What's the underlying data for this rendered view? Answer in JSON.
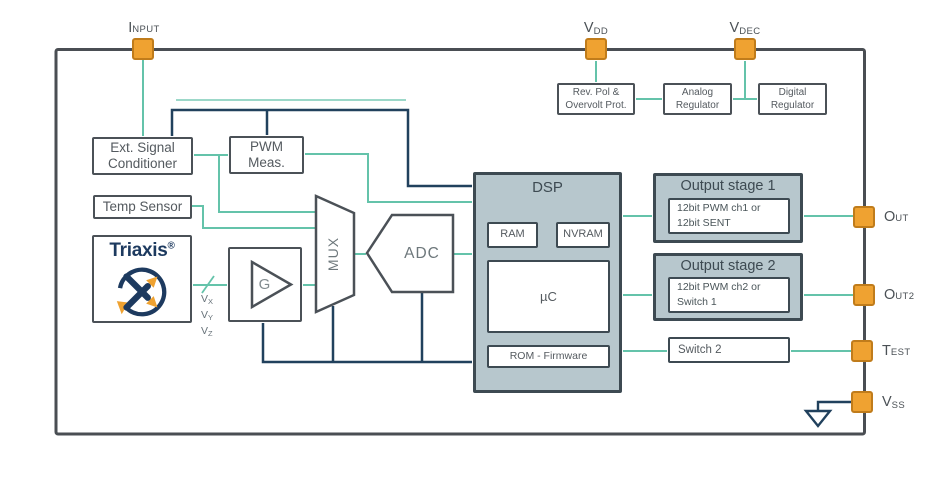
{
  "pins": {
    "input": {
      "main": "I",
      "sub": "NPUT"
    },
    "vdd": {
      "main": "V",
      "sub": "DD"
    },
    "vdec": {
      "main": "V",
      "sub": "DEC"
    },
    "out": {
      "main": "O",
      "sub": "UT"
    },
    "out2": {
      "main": "O",
      "sub": "UT2"
    },
    "test": {
      "main": "T",
      "sub": "EST"
    },
    "vss": {
      "main": "V",
      "sub": "SS"
    }
  },
  "blocks": {
    "ext_signal_conditioner": {
      "line1": "Ext. Signal",
      "line2": "Conditioner"
    },
    "pwm_meas": {
      "line1": "PWM",
      "line2": "Meas."
    },
    "temp_sensor": {
      "label": "Temp Sensor"
    },
    "triaxis": {
      "label": "Triaxis",
      "sup": "®"
    },
    "gain": {
      "label": "G"
    },
    "mux": {
      "label": "MUX"
    },
    "adc": {
      "label": "ADC"
    },
    "dsp": {
      "title": "DSP",
      "ram": "RAM",
      "nvram": "NVRAM",
      "uc": "µC",
      "rom": "ROM - Firmware"
    },
    "output_stage_1": {
      "title": "Output stage 1",
      "line1": "12bit PWM ch1 or",
      "line2": "12bit SENT"
    },
    "output_stage_2": {
      "title": "Output stage 2",
      "line1": "12bit PWM ch2 or",
      "line2": "Switch 1"
    },
    "switch2": {
      "label": "Switch 2"
    },
    "rev_pol": {
      "line1": "Rev. Pol &",
      "line2": "Overvolt Prot."
    },
    "analog_reg": {
      "line1": "Analog",
      "line2": "Regulator"
    },
    "digital_reg": {
      "line1": "Digital",
      "line2": "Regulator"
    }
  },
  "signals": {
    "vx": {
      "main": "V",
      "sub": "X"
    },
    "vy": {
      "main": "V",
      "sub": "Y"
    },
    "vz": {
      "main": "V",
      "sub": "Z"
    }
  },
  "colors": {
    "teal": "#64c3aa",
    "navy": "#21415d",
    "pin_orange": "#efa231",
    "pin_border": "#c07c1b",
    "panel_fill": "#b7c7cd",
    "panel_border": "#3d4a52",
    "box_border": "#4b5157",
    "outline_gray": "#4a4e53",
    "text": "#545a5f",
    "logo_navy": "#1d3a5f"
  }
}
